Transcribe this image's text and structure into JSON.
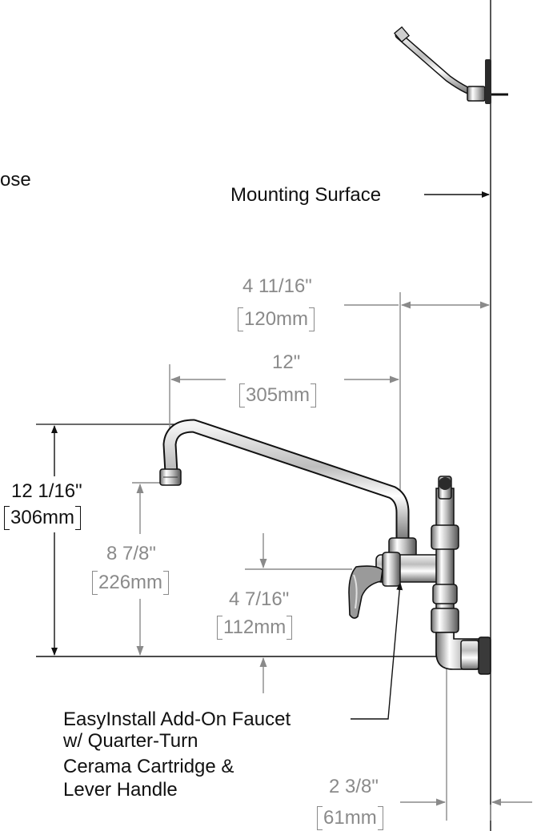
{
  "labels": {
    "partial_text": "ose",
    "mounting_surface": "Mounting Surface",
    "note_line1": "EasyInstall Add-On Faucet",
    "note_line2": "w/ Quarter-Turn",
    "note_line3": "Cerama Cartridge &",
    "note_line4": "Lever Handle"
  },
  "dimensions": {
    "wall_to_inlet": {
      "imperial": "4 11/16\"",
      "metric": "120mm"
    },
    "spout_reach": {
      "imperial": "12\"",
      "metric": "305mm"
    },
    "overall_height": {
      "imperial": "12 1/16\"",
      "metric": "306mm"
    },
    "outlet_height": {
      "imperial": "8 7/8\"",
      "metric": "226mm"
    },
    "handle_height": {
      "imperial": "4 7/16\"",
      "metric": "112mm"
    },
    "wall_offset": {
      "imperial": "2 3/8\"",
      "metric": "61mm"
    }
  },
  "colors": {
    "dimension_gray": "#8a8a8a",
    "line_black": "#111111",
    "chrome_light": "#e6e6e6",
    "chrome_dark": "#6e6e6e"
  }
}
